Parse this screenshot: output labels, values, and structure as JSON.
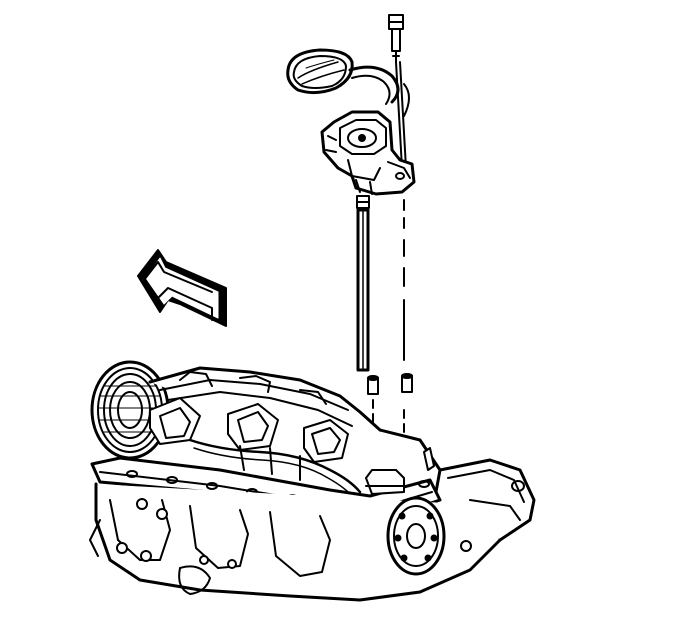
{
  "figure": {
    "kind": "technical-exploded-illustration",
    "background": "#ffffff",
    "line_color": "#000000",
    "highlight_color": "#ffffff",
    "parts": [
      {
        "id": "oil-pump-pickup-screen",
        "icon": "pickup-screen-icon"
      },
      {
        "id": "oil-pump-body",
        "icon": "pump-body-icon"
      },
      {
        "id": "long-bolt",
        "icon": "bolt-icon"
      },
      {
        "id": "drive-shaft",
        "icon": "shaft-icon"
      },
      {
        "id": "dowel-left",
        "icon": "dowel-icon"
      },
      {
        "id": "dowel-right",
        "icon": "dowel-icon"
      },
      {
        "id": "engine-block",
        "icon": "engine-block-icon"
      },
      {
        "id": "front-direction-arrow",
        "icon": "arrow-left-icon"
      }
    ]
  }
}
